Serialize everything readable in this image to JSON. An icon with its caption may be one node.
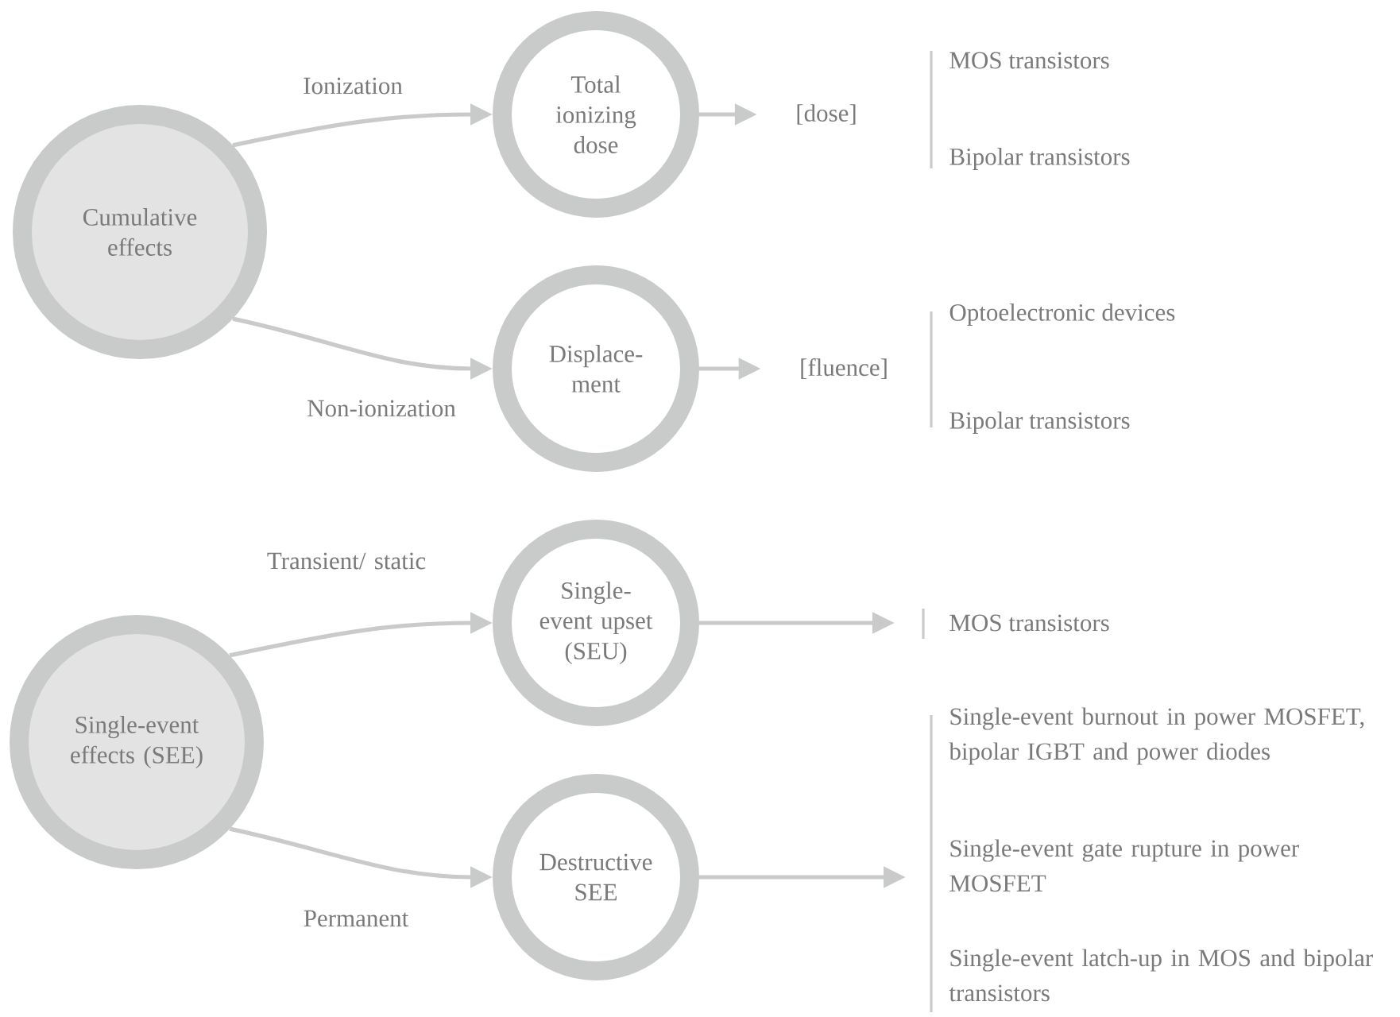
{
  "diagram": {
    "nodes": [
      {
        "text": [
          "Cumulative effects"
        ]
      },
      {
        "text": [
          "Total ionizing dose"
        ]
      },
      {
        "text": [
          "Displace- ment"
        ]
      },
      {
        "text": [
          "[dose]"
        ]
      },
      {
        "text": [
          "[fluence]"
        ]
      },
      {
        "text": [
          "Single-event effects (SEE)"
        ]
      },
      {
        "text": [
          "Single- event upset (SEU)"
        ]
      },
      {
        "text": [
          "Destructive SEE"
        ]
      }
    ],
    "edges": [
      {
        "from": 0,
        "to": 1,
        "arrow": "to",
        "label": "Ionization"
      },
      {
        "from": 0,
        "to": 2,
        "arrow": "to",
        "label": "Non-ionization"
      },
      {
        "from": 1,
        "to": 3,
        "arrow": "to"
      },
      {
        "from": 2,
        "to": 4,
        "arrow": "to"
      },
      {
        "from": 5,
        "to": 6,
        "arrow": "to",
        "label": "Transient/ static"
      },
      {
        "from": 5,
        "to": 7,
        "arrow": "to",
        "label": "Permanent"
      },
      {
        "from": 6,
        "to": null,
        "arrow": "to"
      },
      {
        "from": 7,
        "to": null,
        "arrow": "to"
      }
    ],
    "labels": [
      "MOS transistors",
      "Bipolar transistors",
      "Optoelectronic devices",
      "Bipolar transistors",
      "MOS transistors",
      "Single-event burnout in power MOSFET, bipolar IGBT and power diodes",
      "Single-event gate rupture in power MOSFET",
      "Single-event latch-up in MOS and bipolar transistors"
    ]
  }
}
